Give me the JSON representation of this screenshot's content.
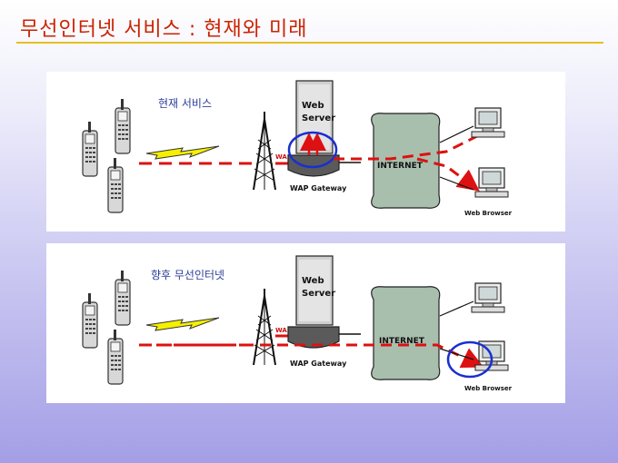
{
  "slide": {
    "title": "무선인터넷 서비스 : 현재와 미래",
    "title_color": "#cc2200",
    "rule_color": "#e5c020"
  },
  "panels": [
    {
      "label": "현재 서비스",
      "web_server": "Web Server",
      "web_server_line1": "Web",
      "web_server_line2": "Server",
      "wap_tag": "WAP",
      "gateway": "WAP Gateway",
      "internet": "INTERNET",
      "browser": "Web Browser",
      "highlight": "web-server"
    },
    {
      "label": "향후 무선인터넷",
      "web_server": "Web Server",
      "web_server_line1": "Web",
      "web_server_line2": "Server",
      "wap_tag": "WAP",
      "gateway": "WAP Gateway",
      "internet": "INTERNET",
      "browser": "Web Browser",
      "highlight": "web-browser"
    }
  ],
  "colors": {
    "link": "#dd1111",
    "highlight_ring": "#1a2fd0",
    "cloud_fill": "#a9bfae",
    "bolt_fill": "#f6f000"
  }
}
